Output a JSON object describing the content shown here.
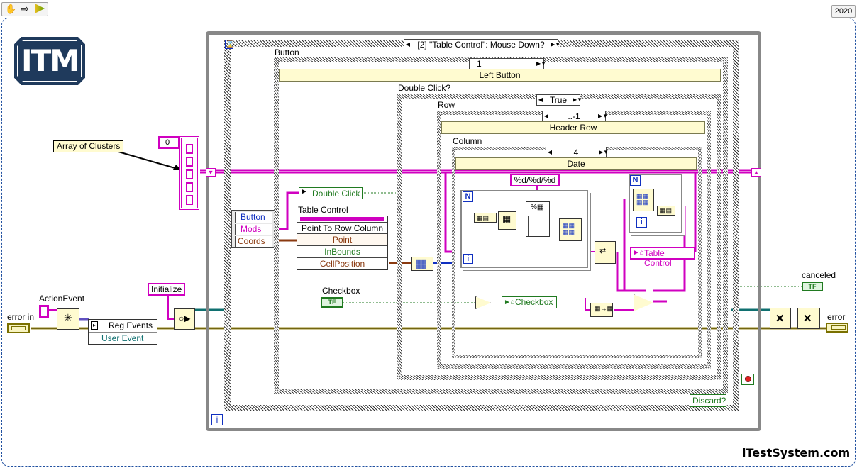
{
  "toolbar": {
    "version": "2020"
  },
  "logo": {
    "text": "ITM"
  },
  "watermark": "iTestSystem.com",
  "labels": {
    "array_of_clusters": "Array of Clusters",
    "index_zero": "0",
    "action_event": "ActionEvent",
    "initialize": "Initialize",
    "error_in": "error in",
    "reg_events": "Reg Events",
    "user_event": "User Event",
    "canceled": "canceled",
    "error_out": "error",
    "checkbox_label": "Checkbox",
    "checkbox_ref": "Checkbox",
    "table_control_ref": "Table Control",
    "double_click": "Double Click",
    "format_string": "%d/%d/%d",
    "discard": "Discard?"
  },
  "event_structure": {
    "selector": "[2] \"Table Control\": Mouse Down?",
    "hourglass": "⌛",
    "iteration": "i"
  },
  "case_button": {
    "label": "Button",
    "selector": "1",
    "title": "Left Button"
  },
  "case_double_click": {
    "label": "Double Click?",
    "selector": "True"
  },
  "case_row": {
    "label": "Row",
    "selector": "..-1",
    "title": "Header Row"
  },
  "case_column": {
    "label": "Column",
    "selector": "4",
    "title": "Date"
  },
  "event_data": {
    "items": [
      "Button",
      "Mods",
      "Coords"
    ]
  },
  "invoke_node": {
    "title": "Table Control",
    "method": "Point To Row Column",
    "inputs": [
      "Point"
    ],
    "outputs": [
      "InBounds",
      "CellPosition"
    ]
  },
  "loops": {
    "n_label": "N",
    "i_label": "i"
  },
  "terminals": {
    "tf": "TF"
  }
}
